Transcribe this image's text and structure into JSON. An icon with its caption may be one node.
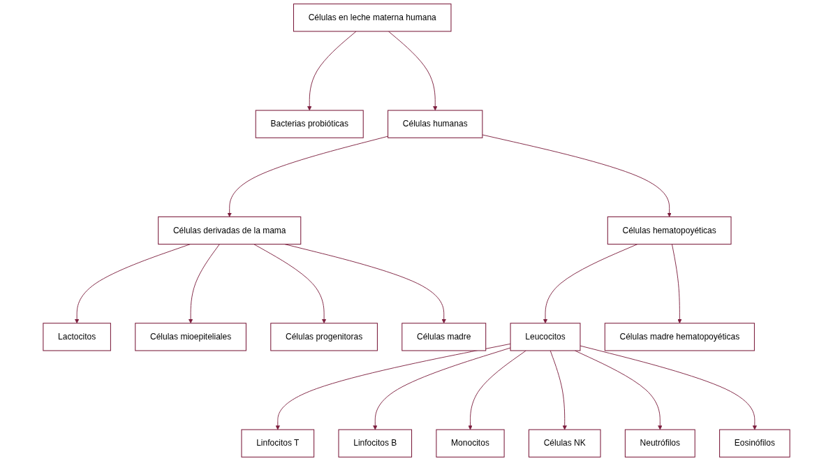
{
  "diagram": {
    "nodes": [
      {
        "text": [
          "Células en leche materna humana"
        ]
      },
      {
        "text": [
          "Bacterias probióticas"
        ]
      },
      {
        "text": [
          "Células humanas"
        ]
      },
      {
        "text": [
          "Células derivadas de la mama"
        ]
      },
      {
        "text": [
          "Células hematopoyéticas"
        ]
      },
      {
        "text": [
          "Lactocitos"
        ]
      },
      {
        "text": [
          "Células mioepiteliales"
        ]
      },
      {
        "text": [
          "Células progenitoras"
        ]
      },
      {
        "text": [
          "Células madre"
        ]
      },
      {
        "text": [
          "Leucocitos"
        ]
      },
      {
        "text": [
          "Células madre hematopoyéticas"
        ]
      },
      {
        "text": [
          "Linfocitos T"
        ]
      },
      {
        "text": [
          "Linfocitos B"
        ]
      },
      {
        "text": [
          "Monocitos"
        ]
      },
      {
        "text": [
          "Células NK"
        ]
      },
      {
        "text": [
          "Neutrófilos"
        ]
      },
      {
        "text": [
          "Eosinófilos"
        ]
      }
    ],
    "edges": [
      {
        "from": 0,
        "to": 1,
        "arrow": "to"
      },
      {
        "from": 0,
        "to": 2,
        "arrow": "to"
      },
      {
        "from": 2,
        "to": 3,
        "arrow": "to"
      },
      {
        "from": 2,
        "to": 4,
        "arrow": "to"
      },
      {
        "from": 3,
        "to": 5,
        "arrow": "to"
      },
      {
        "from": 3,
        "to": 6,
        "arrow": "to"
      },
      {
        "from": 3,
        "to": 7,
        "arrow": "to"
      },
      {
        "from": 3,
        "to": 8,
        "arrow": "to"
      },
      {
        "from": 4,
        "to": 9,
        "arrow": "to"
      },
      {
        "from": 4,
        "to": 10,
        "arrow": "to"
      },
      {
        "from": 9,
        "to": 11,
        "arrow": "to"
      },
      {
        "from": 9,
        "to": 12,
        "arrow": "to"
      },
      {
        "from": 9,
        "to": 13,
        "arrow": "to"
      },
      {
        "from": 9,
        "to": 14,
        "arrow": "to"
      },
      {
        "from": 9,
        "to": 15,
        "arrow": "to"
      },
      {
        "from": 9,
        "to": 16,
        "arrow": "to"
      }
    ]
  }
}
